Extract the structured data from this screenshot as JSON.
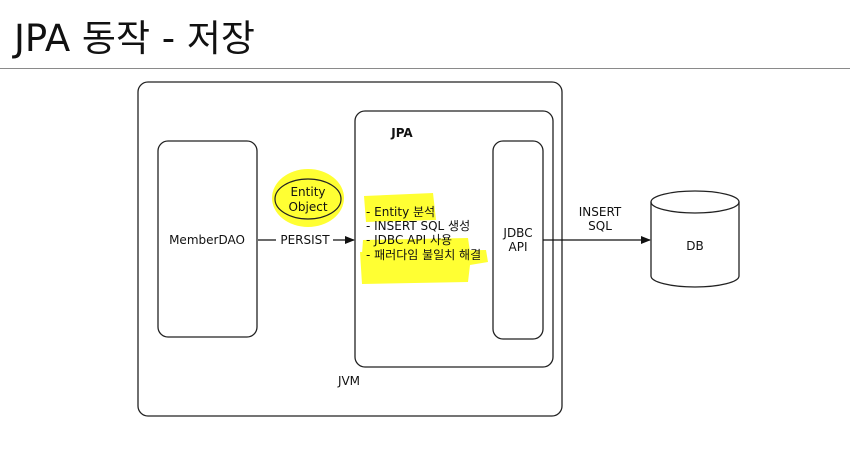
{
  "title": "JPA 동작 - 저장",
  "diagram": {
    "jvm_label": "JVM",
    "member_dao_label": "MemberDAO",
    "persist_label": "PERSIST",
    "entity_object_label": [
      "Entity",
      "Object"
    ],
    "jpa_label": "JPA",
    "jpa_steps": [
      "- Entity 분석",
      "- INSERT SQL 생성",
      "- JDBC API 사용",
      "- 패러다임 불일치 해결"
    ],
    "jdbc_api_label": [
      "JDBC",
      "API"
    ],
    "insert_sql_label": [
      "INSERT",
      "SQL"
    ],
    "db_label": "DB",
    "highlight_color": "#ffff33"
  }
}
